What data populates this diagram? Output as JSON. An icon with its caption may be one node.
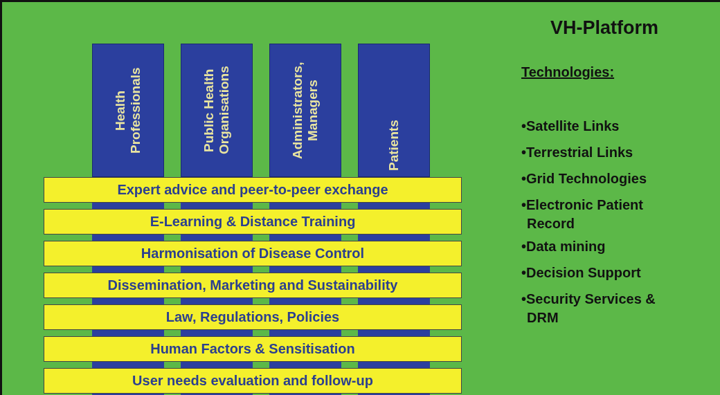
{
  "diagram": {
    "title": "VH-Platform",
    "nodes": [
      {
        "text": [
          "Health Professionals"
        ]
      },
      {
        "text": [
          "Public Health Organisations"
        ]
      },
      {
        "text": [
          "Administrators, Managers"
        ]
      },
      {
        "text": [
          "Patients"
        ]
      },
      {
        "text": [
          "Expert advice and peer-to-peer exchange"
        ]
      },
      {
        "text": [
          "E-Learning & Distance Training"
        ]
      },
      {
        "text": [
          "Harmonisation of Disease Control"
        ]
      },
      {
        "text": [
          "Dissemination, Marketing and Sustainability"
        ]
      },
      {
        "text": [
          "Law, Regulations, Policies"
        ]
      },
      {
        "text": [
          "Human Factors & Sensitisation"
        ]
      },
      {
        "text": [
          "User needs evaluation and follow-up"
        ]
      }
    ],
    "edges": [],
    "labels": [
      "Technologies:",
      "•Satellite Links",
      "•Terrestrial Links",
      "•Grid Technologies",
      "•Electronic Patient Record",
      "•Data mining",
      "•Decision Support",
      "•Security Services & DRM"
    ]
  }
}
